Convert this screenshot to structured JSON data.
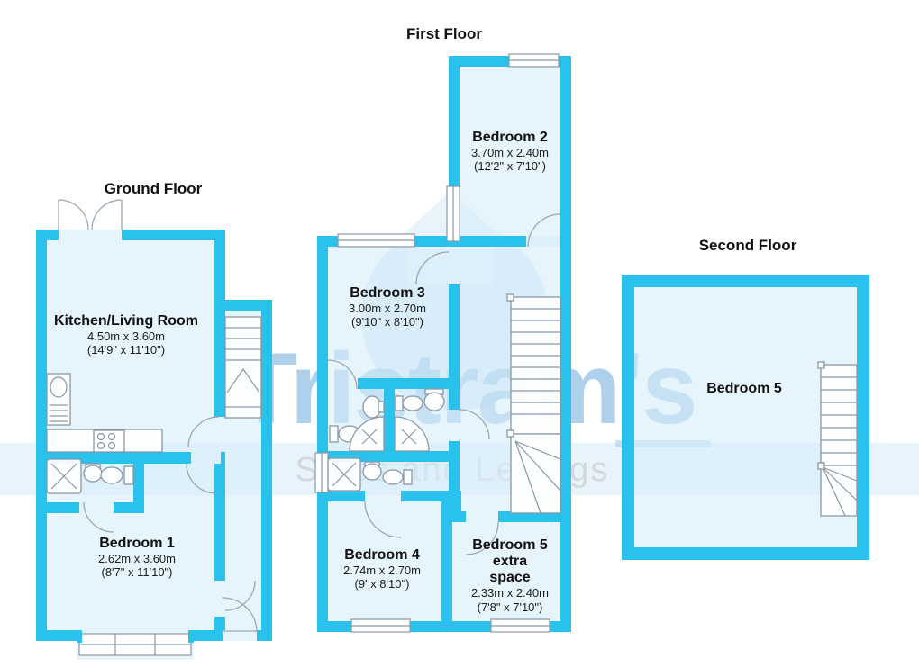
{
  "floors": {
    "ground": {
      "title": "Ground Floor",
      "rooms": {
        "kitchen_living": {
          "name": "Kitchen/Living Room",
          "metric": "4.50m x 3.60m",
          "imperial": "(14'9\" x 11'10\")"
        },
        "bedroom1": {
          "name": "Bedroom 1",
          "metric": "2.62m x 3.60m",
          "imperial": "(8'7\" x 11'10\")"
        }
      }
    },
    "first": {
      "title": "First Floor",
      "rooms": {
        "bedroom2": {
          "name": "Bedroom 2",
          "metric": "3.70m x 2.40m",
          "imperial": "(12'2\" x 7'10\")"
        },
        "bedroom3": {
          "name": "Bedroom 3",
          "metric": "3.00m x 2.70m",
          "imperial": "(9'10\" x 8'10\")"
        },
        "bedroom4": {
          "name": "Bedroom 4",
          "metric": "2.74m x 2.70m",
          "imperial": "(9' x 8'10\")"
        },
        "bedroom5_extra": {
          "name_line1": "Bedroom 5",
          "name_line2": "extra",
          "name_line3": "space",
          "metric": "2.33m x 2.40m",
          "imperial": "(7'8\" x 7'10\")"
        }
      }
    },
    "second": {
      "title": "Second Floor",
      "rooms": {
        "bedroom5": {
          "name": "Bedroom 5"
        }
      }
    }
  },
  "watermark": {
    "brand": "Tristram's",
    "tagline": "Sales and Lettings"
  },
  "colors": {
    "wall": "#29c2ed",
    "room_fill": "#d6ecfa",
    "watermark_text": "#8fbfe4",
    "tagline_grey": "#d3d7da"
  }
}
